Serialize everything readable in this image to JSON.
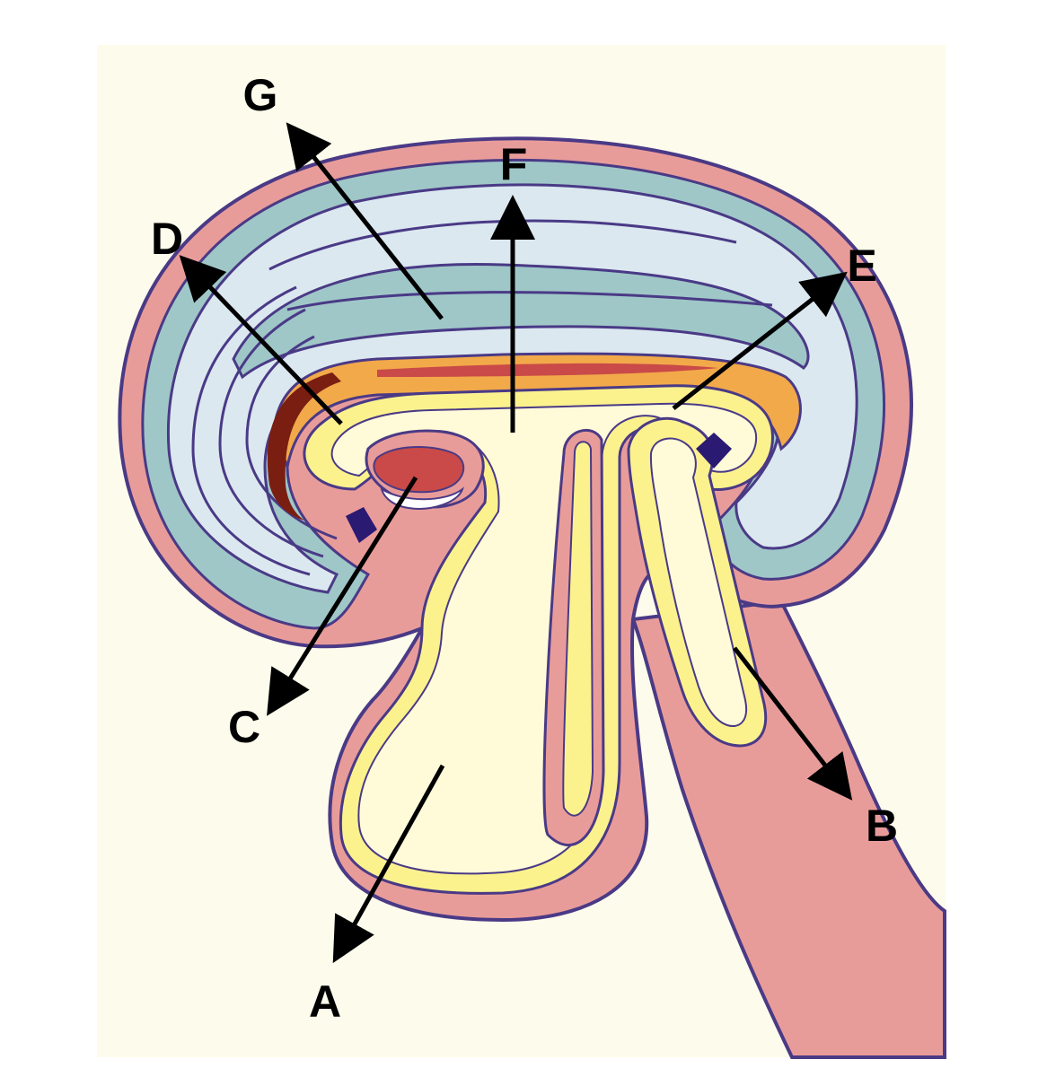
{
  "diagram": {
    "labels": {
      "A": "A",
      "B": "B",
      "C": "C",
      "D": "D",
      "E": "E",
      "F": "F",
      "G": "G"
    }
  },
  "colors": {
    "background_panel": "#fdfcec",
    "outline": "#4a3a86",
    "pink": "#e89c9a",
    "teal": "#9fc7c8",
    "light_blue": "#dbe8f0",
    "yellow": "#fbf28e",
    "cream": "#fffbd8",
    "orange": "#f2a94a",
    "dark_red": "#7a1e12",
    "red": "#c94a48",
    "purple": "#2b1a72",
    "arrow": "#000000"
  }
}
